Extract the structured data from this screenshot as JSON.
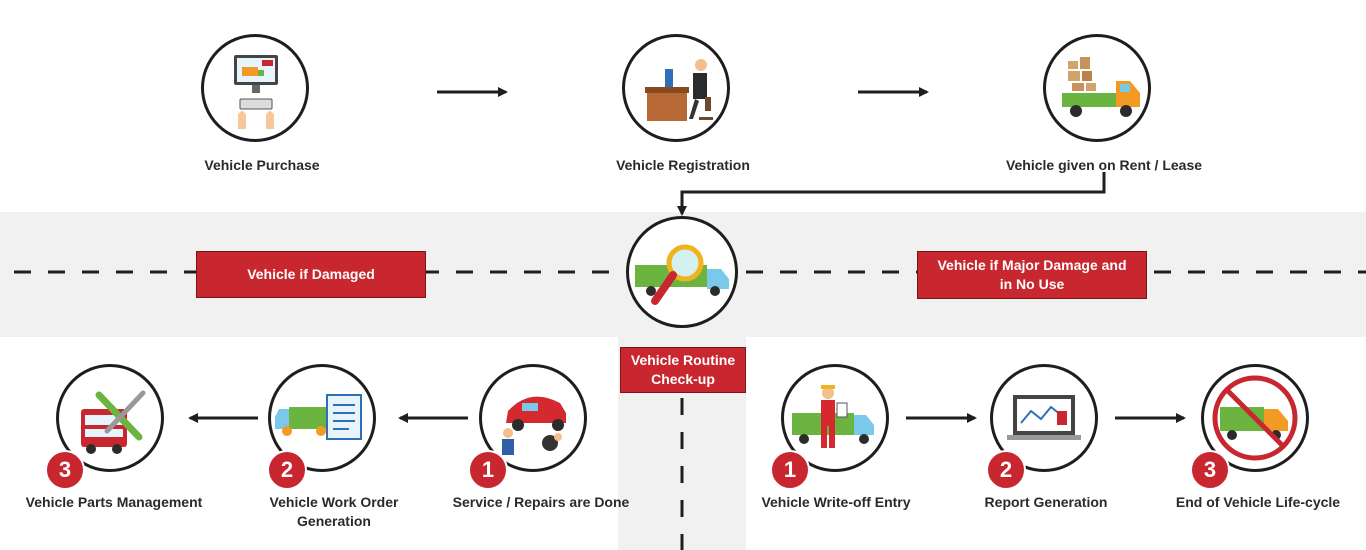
{
  "top_row": [
    {
      "label": "Vehicle Purchase",
      "icon": "computer-purchase-icon"
    },
    {
      "label": "Vehicle Registration",
      "icon": "office-desk-icon"
    },
    {
      "label": "Vehicle given on Rent / Lease",
      "icon": "loaded-truck-icon"
    }
  ],
  "middle": {
    "left_tag": "Vehicle if Damaged",
    "right_tag": "Vehicle if Major Damage and in No Use",
    "center_icon": "truck-inspection-icon",
    "checkup_tag": "Vehicle Routine Check-up"
  },
  "left_flow": [
    {
      "number": "1",
      "label": "Service / Repairs are Done",
      "icon": "car-repair-icon"
    },
    {
      "number": "2",
      "label": "Vehicle Work Order Generation",
      "icon": "work-order-truck-icon"
    },
    {
      "number": "3",
      "label": "Vehicle Parts Management",
      "icon": "tools-bus-icon"
    }
  ],
  "right_flow": [
    {
      "number": "1",
      "label": "Vehicle Write-off Entry",
      "icon": "worker-truck-icon"
    },
    {
      "number": "2",
      "label": "Report Generation",
      "icon": "laptop-report-icon"
    },
    {
      "number": "3",
      "label": "End of Vehicle Life-cycle",
      "icon": "no-truck-icon"
    }
  ],
  "colors": {
    "accent": "#c8272f",
    "band": "#f1f1f1",
    "line": "#1e1e1e"
  }
}
